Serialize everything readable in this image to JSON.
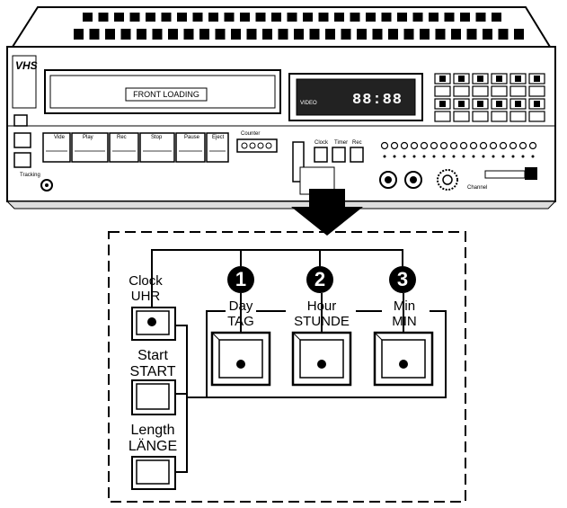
{
  "vcr": {
    "brand": "VHS",
    "cassette_label": "FRONT LOADING",
    "clock_display": "88:88",
    "display_label": "VIDEO",
    "panel_tags": [
      "Vide",
      "Play",
      "Rec",
      "Stop",
      "Pause",
      "Eject",
      "Tracking",
      "Counter",
      "Clock",
      "Timer",
      "Rec",
      "Channel"
    ]
  },
  "detail": {
    "clock_label_en": "Clock",
    "clock_label_de": "UHR",
    "start_label_en": "Start",
    "start_label_de": "START",
    "length_label_en": "Length",
    "length_label_de": "LÄNGE",
    "day_label_en": "Day",
    "day_label_de": "TAG",
    "hour_label_en": "Hour",
    "hour_label_de": "STUNDE",
    "min_label_en": "Min",
    "min_label_de": "MIN",
    "step1": "1",
    "step2": "2",
    "step3": "3"
  }
}
